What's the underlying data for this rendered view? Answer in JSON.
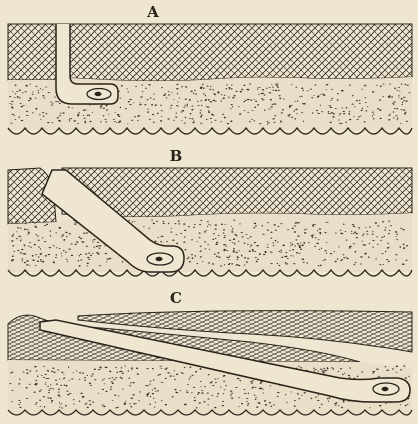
{
  "figure": {
    "panels": [
      {
        "label": "A"
      },
      {
        "label": "B"
      },
      {
        "label": "C"
      }
    ],
    "colors": {
      "paper": "#efe6d2",
      "ink": "#2a2219",
      "stipple": "#3a3127"
    }
  }
}
